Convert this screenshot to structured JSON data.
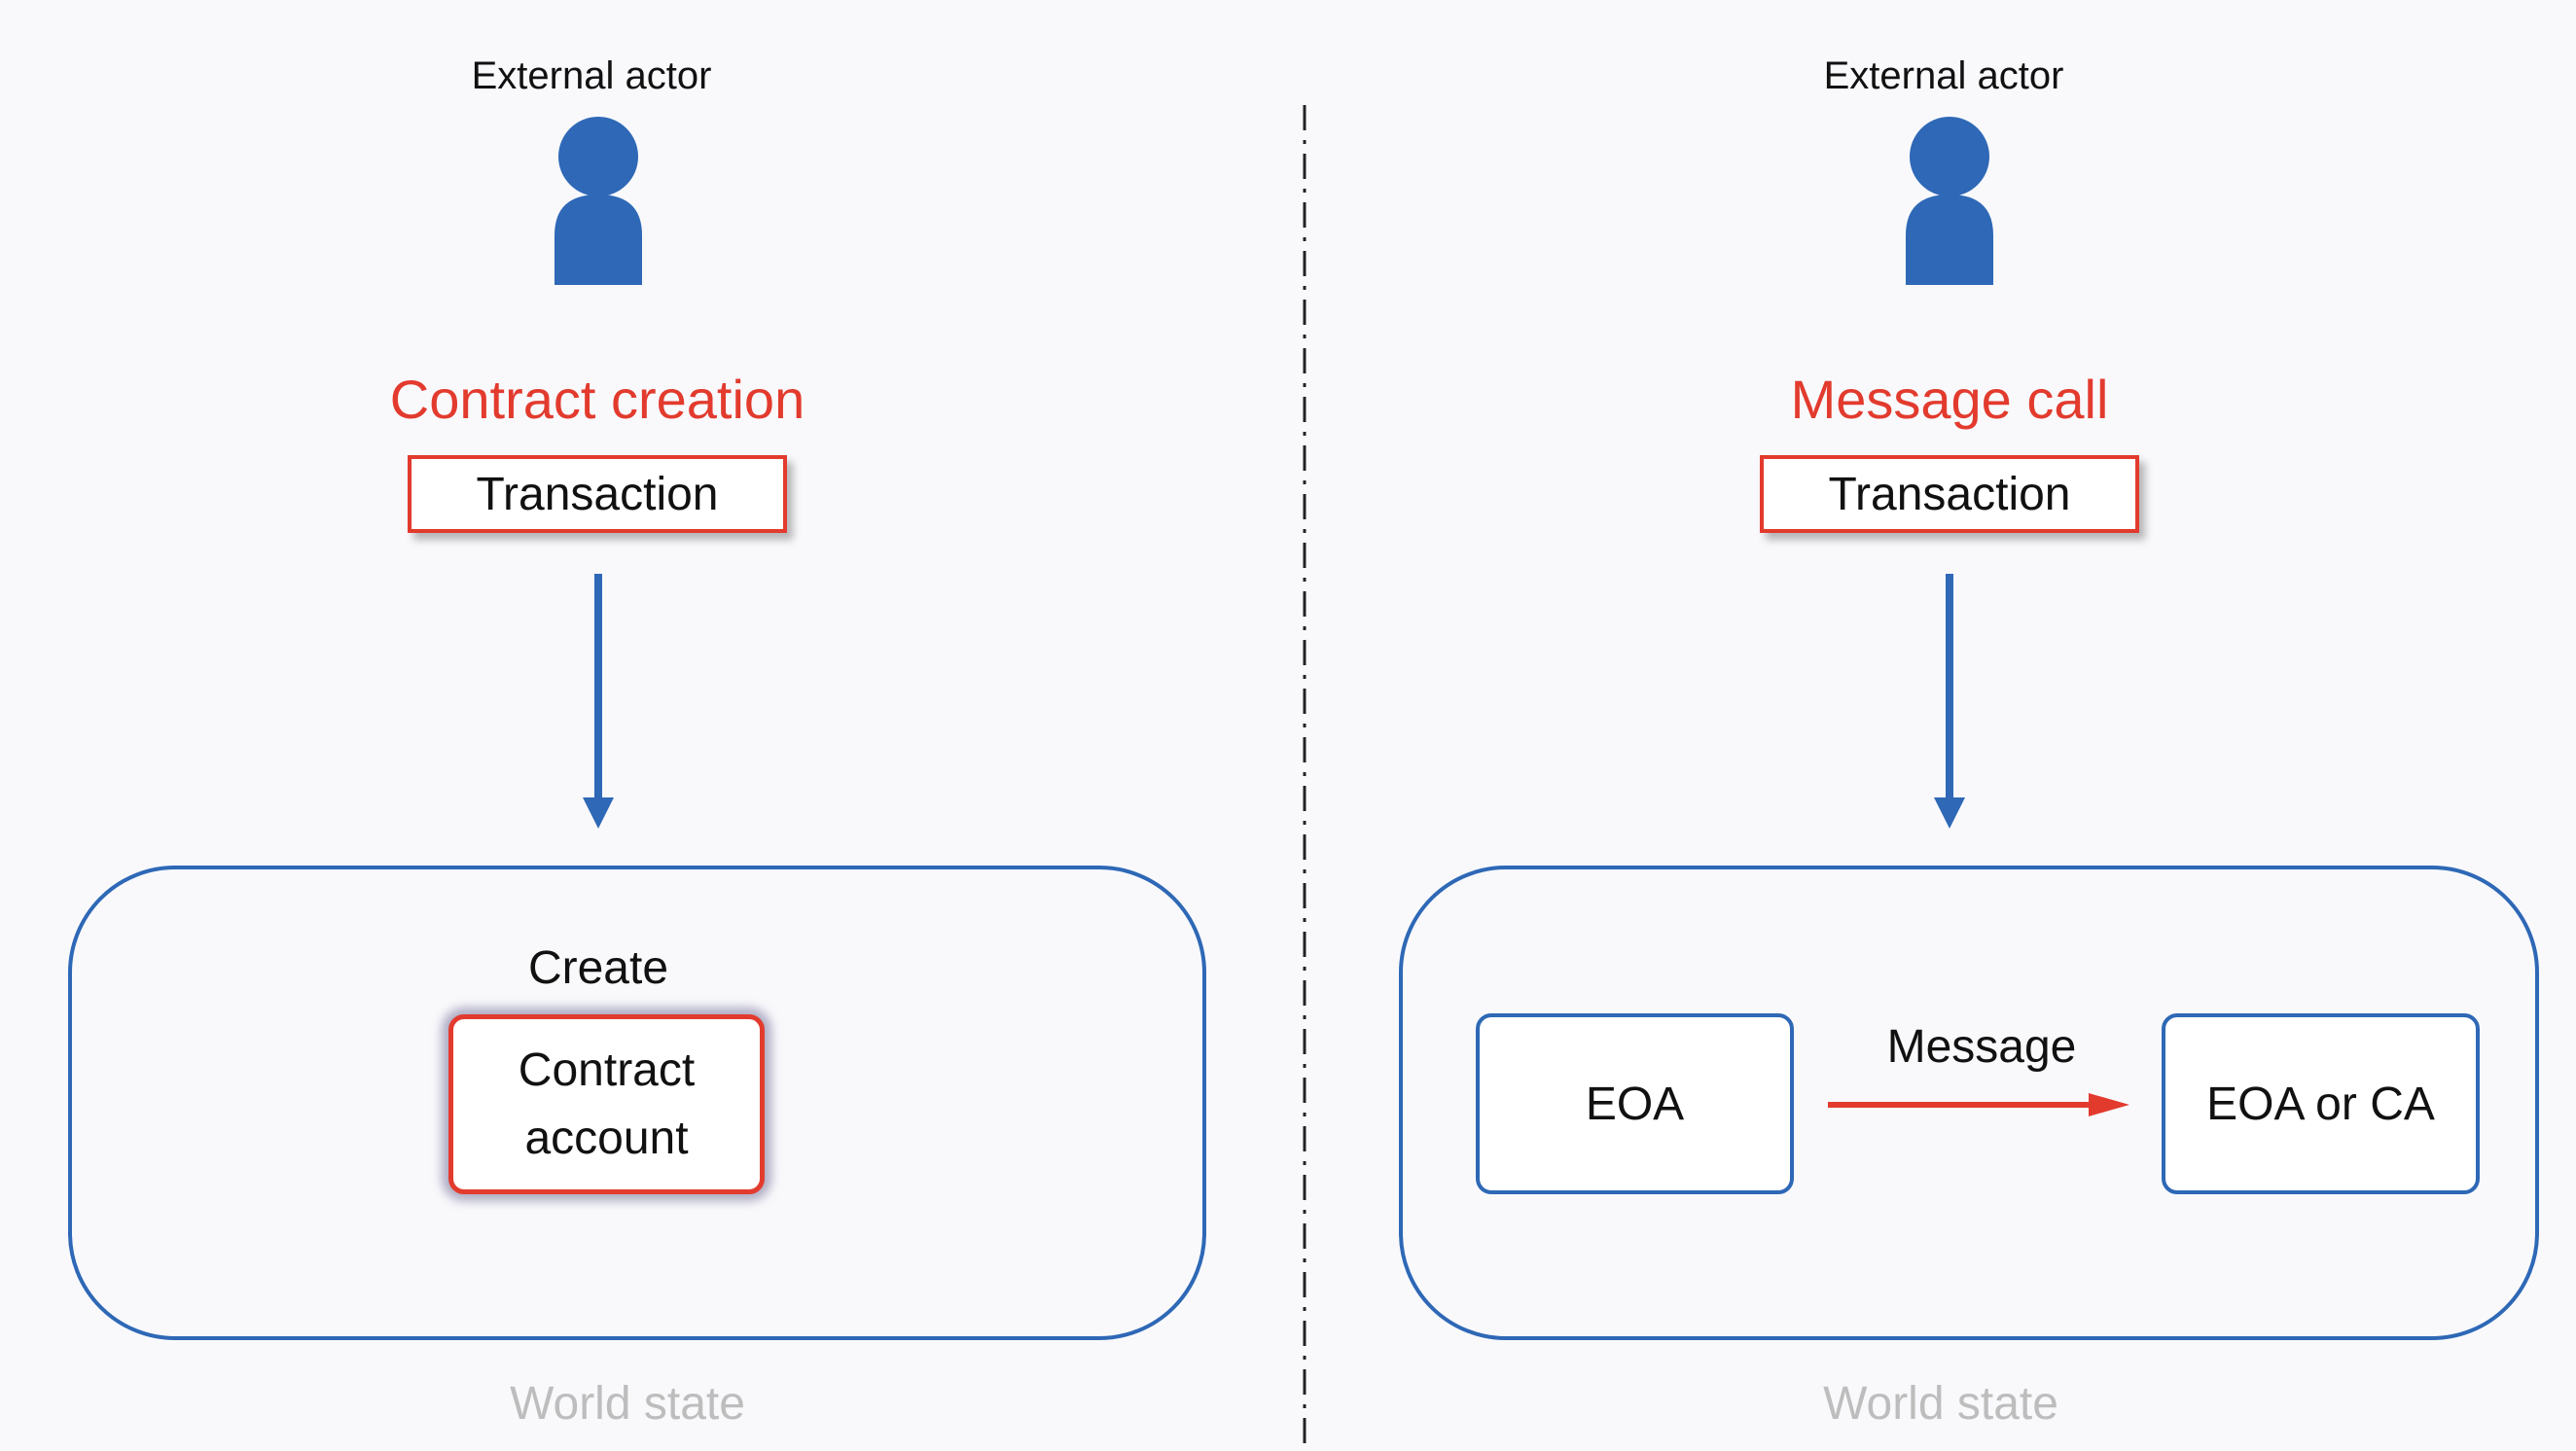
{
  "left_panel": {
    "actor_label": "External actor",
    "heading": "Contract creation",
    "transaction_label": "Transaction",
    "inner_label": "Create",
    "contract_line1": "Contract",
    "contract_line2": "account",
    "world_label": "World state"
  },
  "right_panel": {
    "actor_label": "External actor",
    "heading": "Message call",
    "transaction_label": "Transaction",
    "source_account": "EOA",
    "message_label": "Message",
    "target_account": "EOA or CA",
    "world_label": "World state"
  },
  "colors": {
    "blue": "#2e68b6",
    "red": "#e23b2e",
    "heading_red": "#e23b2e",
    "world_label_gray": "#bdbdbd",
    "background": "#f9f9fc"
  },
  "icons": {
    "actor": "person-icon",
    "flow": "arrow-down-icon",
    "message": "arrow-right-icon"
  }
}
